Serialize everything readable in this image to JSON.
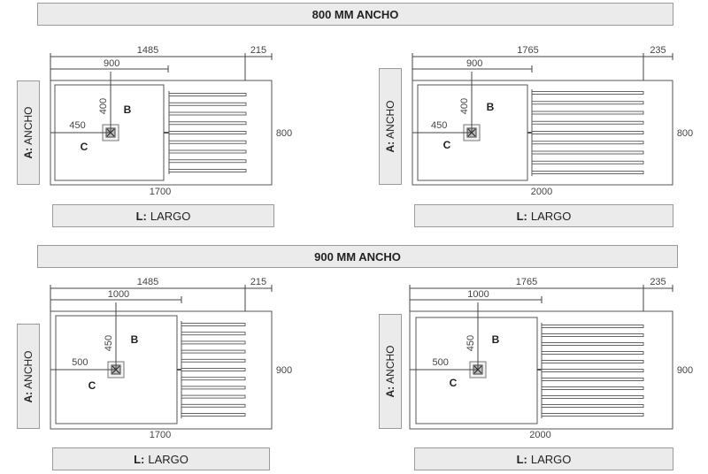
{
  "sections": [
    {
      "title": "800 MM ANCHO"
    },
    {
      "title": "900 MM ANCHO"
    }
  ],
  "ancho": {
    "prefix": "A:",
    "word": "ANCHO"
  },
  "largo": {
    "prefix": "L:",
    "word": "LARGO"
  },
  "panels": [
    {
      "total_top": "1485",
      "right_top": "215",
      "inner_top": "900",
      "b_dim": "400",
      "c_dim": "450",
      "height": "800",
      "length": "1700",
      "label_b": "B",
      "label_c": "C"
    },
    {
      "total_top": "1765",
      "right_top": "235",
      "inner_top": "900",
      "b_dim": "400",
      "c_dim": "450",
      "height": "800",
      "length": "2000",
      "label_b": "B",
      "label_c": "C"
    },
    {
      "total_top": "1485",
      "right_top": "215",
      "inner_top": "1000",
      "b_dim": "450",
      "c_dim": "500",
      "height": "900",
      "length": "1700",
      "label_b": "B",
      "label_c": "C"
    },
    {
      "total_top": "1765",
      "right_top": "235",
      "inner_top": "1000",
      "b_dim": "450",
      "c_dim": "500",
      "height": "900",
      "length": "2000",
      "label_b": "B",
      "label_c": "C"
    }
  ]
}
